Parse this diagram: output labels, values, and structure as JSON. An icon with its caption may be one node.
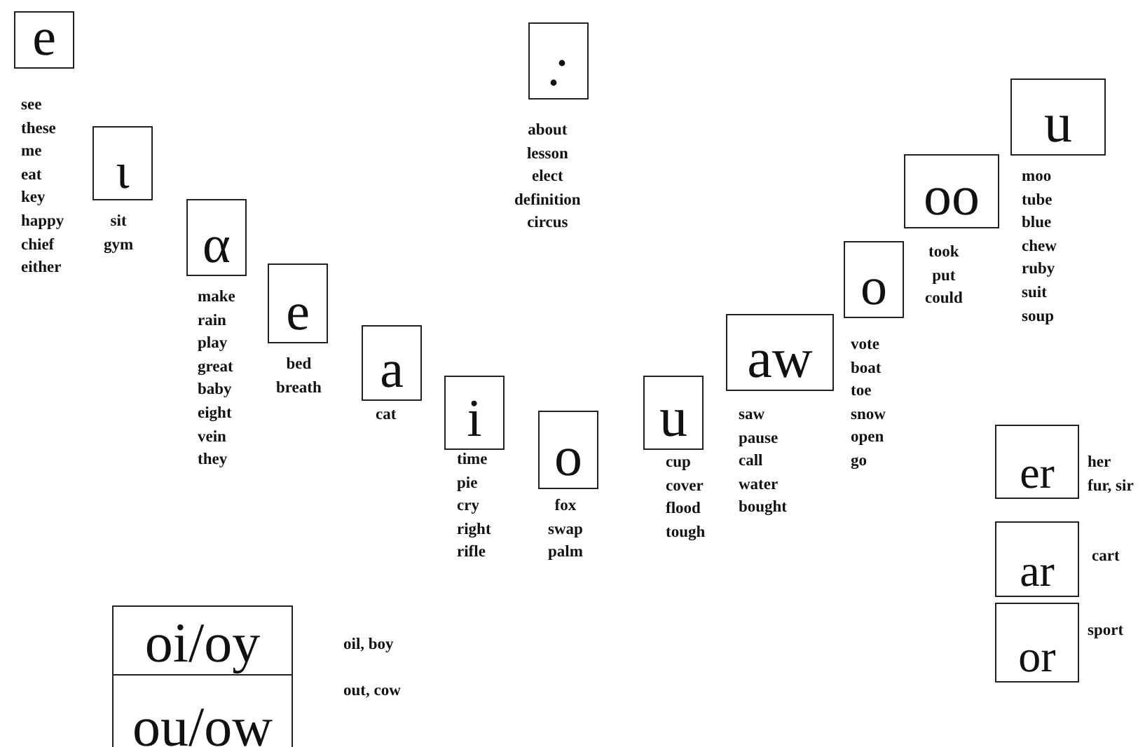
{
  "diagram": {
    "nodes": [
      {
        "text": [
          "e"
        ],
        "beside": [
          "see",
          "these",
          "me",
          "eat",
          "key",
          "happy",
          "chief",
          "either"
        ]
      },
      {
        "text": [
          "ι"
        ],
        "beside": [
          "sit",
          "gym"
        ]
      },
      {
        "text": [
          "α"
        ],
        "beside": [
          "make",
          "rain",
          "play",
          "great",
          "baby",
          "eight",
          "vein",
          "they"
        ]
      },
      {
        "text": [
          "e"
        ],
        "beside": [
          "bed",
          "breath"
        ]
      },
      {
        "text": [
          "a"
        ],
        "beside": [
          "cat"
        ]
      },
      {
        "text": [
          "i"
        ],
        "beside": [
          "time",
          "pie",
          "cry",
          "right",
          "rifle"
        ]
      },
      {
        "text": [],
        "shape": "box",
        "beside": [
          "about",
          "lesson",
          "elect",
          "definition",
          "circus"
        ]
      },
      {
        "text": [
          "o"
        ],
        "beside": [
          "fox",
          "swap",
          "palm"
        ]
      },
      {
        "text": [
          "u"
        ],
        "beside": [
          "cup",
          "cover",
          "flood",
          "tough"
        ]
      },
      {
        "text": [
          "aw"
        ],
        "beside": [
          "saw",
          "pause",
          "call",
          "water",
          "bought"
        ]
      },
      {
        "text": [
          "o"
        ],
        "beside": [
          "vote",
          "boat",
          "toe",
          "snow",
          "open",
          "go"
        ]
      },
      {
        "text": [
          "oo"
        ],
        "beside": [
          "took",
          "put",
          "could"
        ]
      },
      {
        "text": [
          "u"
        ],
        "beside": [
          "moo",
          "tube",
          "blue",
          "chew",
          "ruby",
          "suit",
          "soup"
        ]
      },
      {
        "text": [
          "er"
        ],
        "beside": [
          "her",
          "fur, sir"
        ]
      },
      {
        "text": [
          "ar"
        ],
        "beside": [
          "cart"
        ]
      },
      {
        "text": [
          "or"
        ],
        "beside": [
          "sport"
        ]
      },
      {
        "text": [
          "oi/oy"
        ],
        "beside": [
          "oil, boy"
        ]
      },
      {
        "text": [
          "ou/ow"
        ],
        "beside": [
          "out, cow"
        ]
      }
    ]
  }
}
